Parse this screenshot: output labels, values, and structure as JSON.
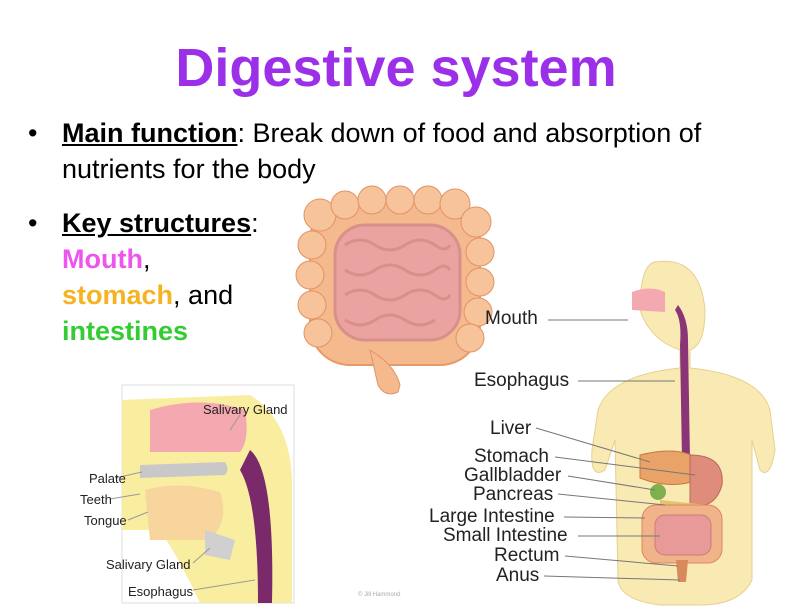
{
  "slide": {
    "title": "Digestive system",
    "bullet1": {
      "term": "Main function",
      "text": ": Break down of food and absorption of nutrients for the body"
    },
    "bullet2": {
      "term": "Key structures",
      "colon": ":",
      "mouth": "Mouth",
      "comma1": ",",
      "stomach": "stomach",
      "and": ", and",
      "intestines": "intestines"
    },
    "bullet_glyph": "•",
    "colors": {
      "title": "#9b30e8",
      "mouth": "#ee55ee",
      "stomach": "#f5b320",
      "intestines": "#33cc33"
    }
  },
  "head_diagram": {
    "labels": [
      "Salivary Gland",
      "Palate",
      "Teeth",
      "Tongue",
      "Salivary Gland",
      "Esophagus"
    ]
  },
  "body_diagram": {
    "labels": [
      "Mouth",
      "Esophagus",
      "Liver",
      "Stomach",
      "Gallbladder",
      "Pancreas",
      "Large Intestine",
      "Small Intestine",
      "Rectum",
      "Anus"
    ]
  },
  "credit": "© Jill Hammond"
}
